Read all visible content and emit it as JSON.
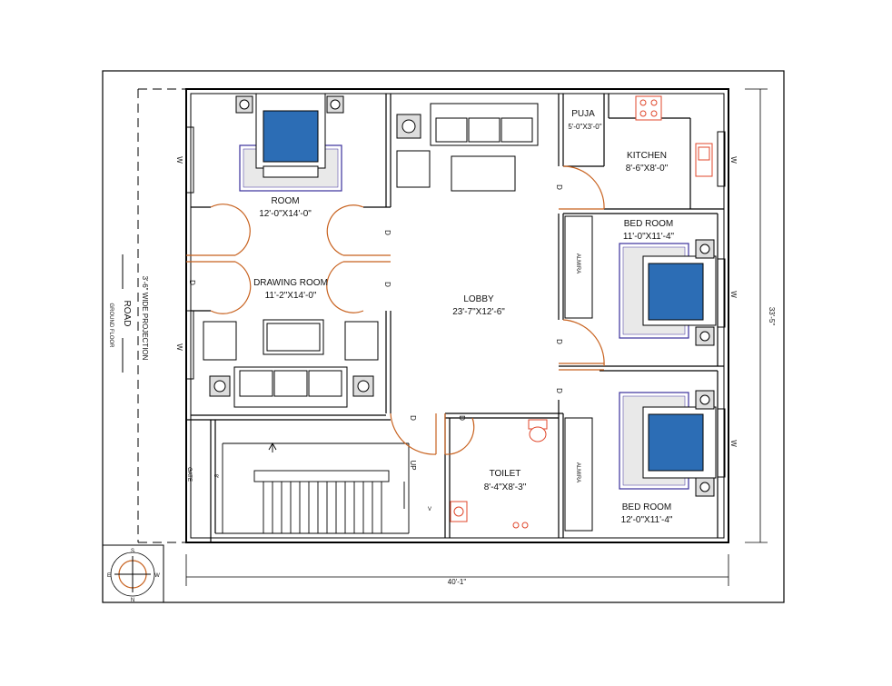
{
  "rooms": {
    "room_top": {
      "name": "ROOM",
      "size": "12'-0\"X14'-0\""
    },
    "drawing_room": {
      "name": "DRAWING ROOM",
      "size": "11'-2\"X14'-0\""
    },
    "lobby": {
      "name": "LOBBY",
      "size": "23'-7\"X12'-6\""
    },
    "puja": {
      "name": "PUJA",
      "size": "5'-0\"X3'-0\""
    },
    "kitchen": {
      "name": "KITCHEN",
      "size": "8'-6\"X8'-0\""
    },
    "bed_room_1": {
      "name": "BED ROOM",
      "size": "11'-0\"X11'-4\""
    },
    "bed_room_2": {
      "name": "BED ROOM",
      "size": "12'-0\"X11'-4\""
    },
    "toilet": {
      "name": "TOILET",
      "size": "8'-4\"X8'-3\""
    }
  },
  "labels": {
    "door": "D",
    "window": "W",
    "almira": "ALMIRA",
    "up": "UP",
    "gate": "GATE",
    "stair_width": "8'",
    "ventilator": "V"
  },
  "dimensions": {
    "width": "40'-1\"",
    "depth": "33'-5\""
  },
  "road": {
    "name": "ROAD",
    "projection": "3'-6\" WIDE PROJECTION",
    "floor": "GROUND FLOOR"
  },
  "compass": {
    "n": "N",
    "s": "S",
    "e": "E",
    "w": "W"
  },
  "colors": {
    "wall": "#000000",
    "door_arc": "#c8621f",
    "bed_sheet": "#2c6db5",
    "rug_border": "#3a2f9b",
    "fixture": "#e0472b"
  }
}
